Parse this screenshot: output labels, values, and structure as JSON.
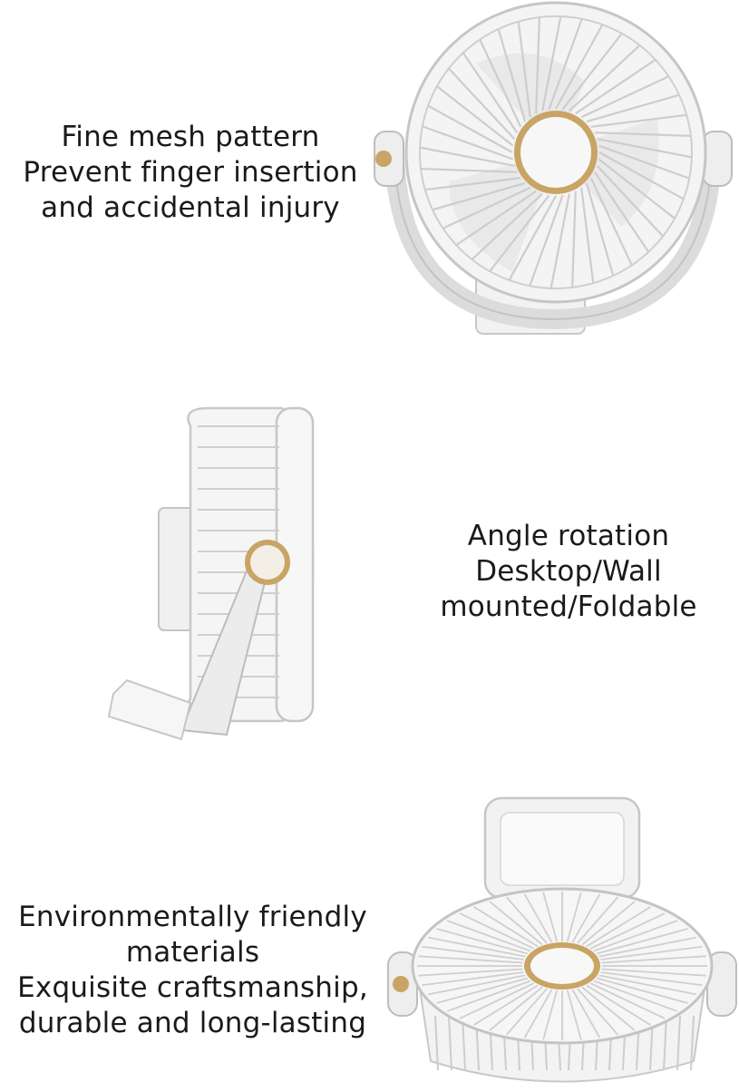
{
  "sections": [
    {
      "caption_lines": [
        "Fine mesh pattern",
        "Prevent finger insertion",
        "and accidental injury"
      ],
      "illustration": "fan-front-view"
    },
    {
      "caption_lines": [
        "Angle rotation",
        "Desktop/Wall",
        "mounted/Foldable"
      ],
      "illustration": "fan-side-view"
    },
    {
      "caption_lines": [
        "Environmentally friendly",
        "materials",
        "Exquisite craftsmanship,",
        "durable and long-lasting"
      ],
      "illustration": "fan-top-angle-view"
    }
  ],
  "colors": {
    "fan_body": "#f3f3f3",
    "fan_outline": "#bdbdbd",
    "gold_accent": "#c9a464",
    "background": "#ffffff"
  }
}
